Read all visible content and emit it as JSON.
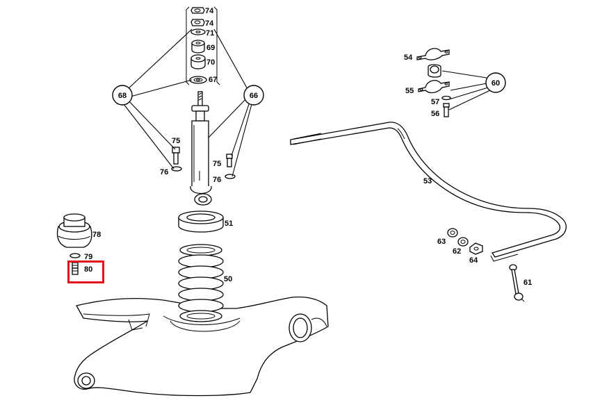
{
  "callouts": [
    "68",
    "66",
    "60"
  ],
  "labels": {
    "l74a": "74",
    "l74b": "74",
    "l71": "71",
    "l69": "69",
    "l70": "70",
    "l67": "67",
    "l75a": "75",
    "l76a": "76",
    "l75b": "75",
    "l76b": "76",
    "l51": "51",
    "l50": "50",
    "l78": "78",
    "l79": "79",
    "l80": "80",
    "l54": "54",
    "l55": "55",
    "l57": "57",
    "l56": "56",
    "l53": "53",
    "l63": "63",
    "l62": "62",
    "l64": "64",
    "l61": "61"
  },
  "highlight": {
    "part": "80",
    "color": "#e3121b"
  }
}
